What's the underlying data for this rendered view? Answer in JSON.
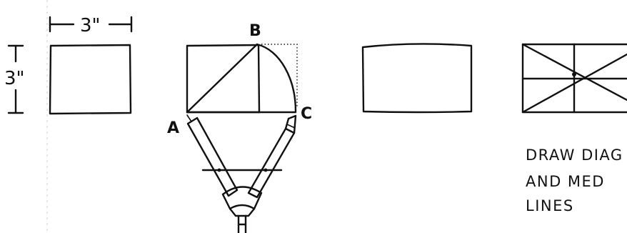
{
  "dimensions": {
    "width_label": "3\"",
    "height_label": "3\""
  },
  "points": {
    "a": "A",
    "b": "B",
    "c": "C"
  },
  "instruction": {
    "line1": "DRAW DIAG",
    "line2": "AND MED",
    "line3": "LINES"
  }
}
